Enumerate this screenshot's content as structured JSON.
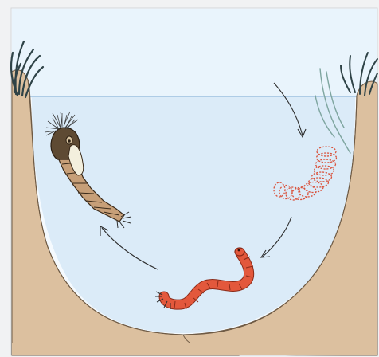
{
  "diagram": {
    "type": "life-cycle-illustration",
    "stages": [
      "egg-mass",
      "larva",
      "pupa",
      "adult-emerging"
    ],
    "colors": {
      "sky": "#e8f3fb",
      "water": "#dcebf7",
      "waterline": "#a7c8e3",
      "bank": "#dcbf9f",
      "grass": "#2e4347",
      "egg_outline": "#d4523c",
      "larva_body": "#e3583c",
      "larva_outline": "#8a2a18",
      "pupa_body": "#c79f78",
      "pupa_outline": "#3a2a1a",
      "wing": "#f2eedd",
      "arrow": "#2d2d2d"
    }
  }
}
